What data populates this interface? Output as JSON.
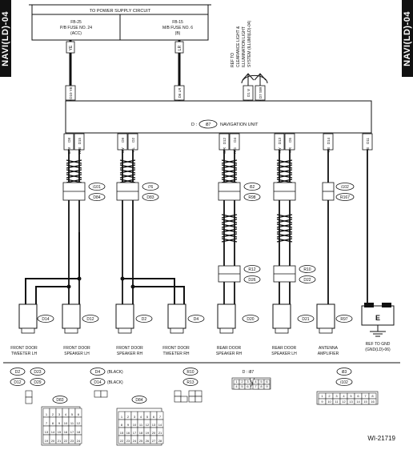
{
  "side_tab": "NAVI(LD)-04",
  "power_header": "TO POWER SUPPLY CIRCUIT",
  "fuses": [
    {
      "line1": "FB-25",
      "line2": "P/B FUSE NO. 24",
      "line3": "(ACC)"
    },
    {
      "line1": "FB-15",
      "line2": "M/B FUSE NO. 6",
      "line3": "(B)"
    }
  ],
  "ref_clearance": [
    "REF TO",
    "CLEARANCE LIGHT &",
    "ILLUMINATION LIGHT",
    "SYSTEM (ILLUMI(LD)-04)"
  ],
  "nav_unit_prefix": "D :",
  "nav_unit_conn": "i87",
  "nav_unit_name": "NAVIGATION UNIT",
  "top_pins": [
    "D10 YE",
    "D6 LR",
    "D1 V",
    "D7 SW"
  ],
  "wire_colors_top": [
    "YE",
    "LR"
  ],
  "bottom_pins": [
    "D8",
    "D15",
    "D9",
    "D2",
    "D12",
    "D4",
    "D13",
    "D5",
    "D14",
    "D11"
  ],
  "wire_bottom": [
    "B/W",
    "W/B",
    "L/Y",
    "Y/L",
    "G/R",
    "R/G",
    "R/Y",
    "Y/R",
    "Y/B",
    "B"
  ],
  "mid_connectors": [
    {
      "a": "i101",
      "b": "D84"
    },
    {
      "a": "i76",
      "b": "D83"
    },
    {
      "a": "i52",
      "b": "R98"
    },
    {
      "a": "i102",
      "b": "R167"
    }
  ],
  "rear_connectors": [
    {
      "a": "R12",
      "b": "D26"
    },
    {
      "a": "R10",
      "b": "D22"
    }
  ],
  "speaker_conns": [
    "D14",
    "D12",
    "D2",
    "D4",
    "D20",
    "D21",
    "R97"
  ],
  "components": [
    [
      "FRONT DOOR",
      "TWEETER LH"
    ],
    [
      "FRONT DOOR",
      "SPEAKER LH"
    ],
    [
      "FRONT DOOR",
      "SPEAKER RH"
    ],
    [
      "FRONT DOOR",
      "TWEETER RH"
    ],
    [
      "REAR DOOR",
      "SPEAKER RH"
    ],
    [
      "REAR DOOR",
      "SPEAKER LH"
    ],
    [
      "ANTENNA",
      "AMPLIFIER"
    ]
  ],
  "ground_label": "E",
  "ground_ref": [
    "REF TO GND",
    "(GND(LD)-06)"
  ],
  "legend": {
    "d2": "D2",
    "d23": "D23",
    "d12": "D12",
    "d29": "D29",
    "d4": "D4",
    "d4_note": "(BLACK)",
    "d14": "D14",
    "d14_note": "(BLACK)",
    "r10": "R10",
    "r13": "R13",
    "i87": "D : i87",
    "i83": "i83",
    "i102": "i102",
    "d83": "D83",
    "d84": "D84"
  },
  "drawing_no": "WI-21719"
}
